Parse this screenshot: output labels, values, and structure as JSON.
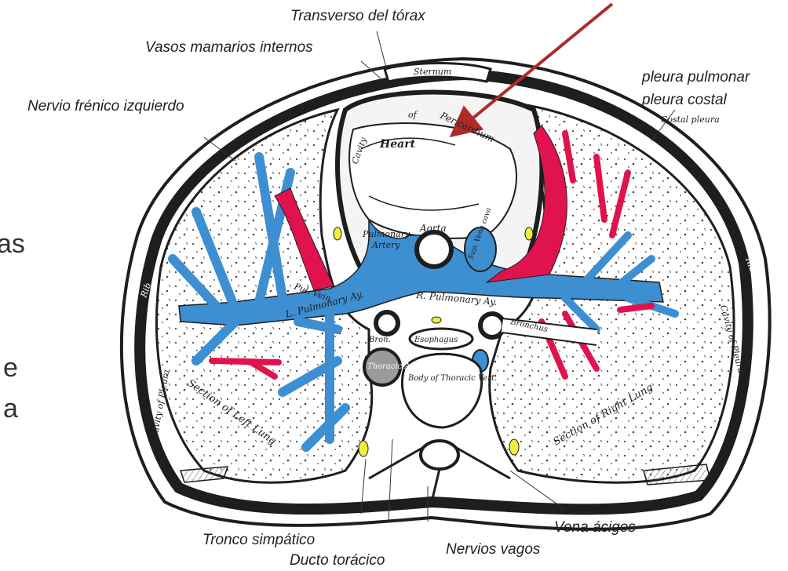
{
  "labels": {
    "transverso": "Transverso del tórax",
    "vasos": "Vasos mamarios internos",
    "nervio_frenico": "Nervio frénico izquierdo",
    "pleura_pulmonar": "pleura pulmonar",
    "pleura_costal": "pleura costal",
    "tronco": "Tronco simpático",
    "ducto": "Ducto torácico",
    "nervios_vagos": "Nervios vagos",
    "vena_acigos": "Vena ácigos"
  },
  "slide_fragments": [
    "as",
    "e",
    "a"
  ],
  "engraving_text": {
    "sternum": "Sternum",
    "heart": "Heart",
    "pericardium_1": "of",
    "pericardium_2": "Pericardium",
    "cavity": "Cavity",
    "pulmonary_artery_1": "Pulmonary",
    "pulmonary_artery_2": "Artery",
    "aorta": "Aorta",
    "sup_vena_cava": "Sup. Vena cava",
    "pul_vein": "Pul. Vein",
    "l_pulmonary": "L. Pulmonary Ay.",
    "r_pulmonary": "R. Pulmonary Ay.",
    "bron": "Bron.",
    "bronchus": "Bronchus",
    "esophagus": "Esophagus",
    "thoracic_aorta": "Thoracic Aorta",
    "body_vert": "Body of Thoracic Vert.",
    "section_left": "Section of Left Lung",
    "section_right": "Section of Right Lung",
    "rib_left": "Rib",
    "rib_right": "Rib",
    "cavity_pleura_left": "Cavity of Pleura",
    "cavity_pleura_right": "Cavity of Pleura",
    "costal_pleura": "Costal pleura"
  },
  "colors": {
    "artery_blue": "#3d8fd1",
    "vein_red": "#e0134f",
    "pointer_arrow": "#b02a2a",
    "engraving_ink": "#1e1e1e",
    "nerve_yellow": "#f2ee3c"
  }
}
